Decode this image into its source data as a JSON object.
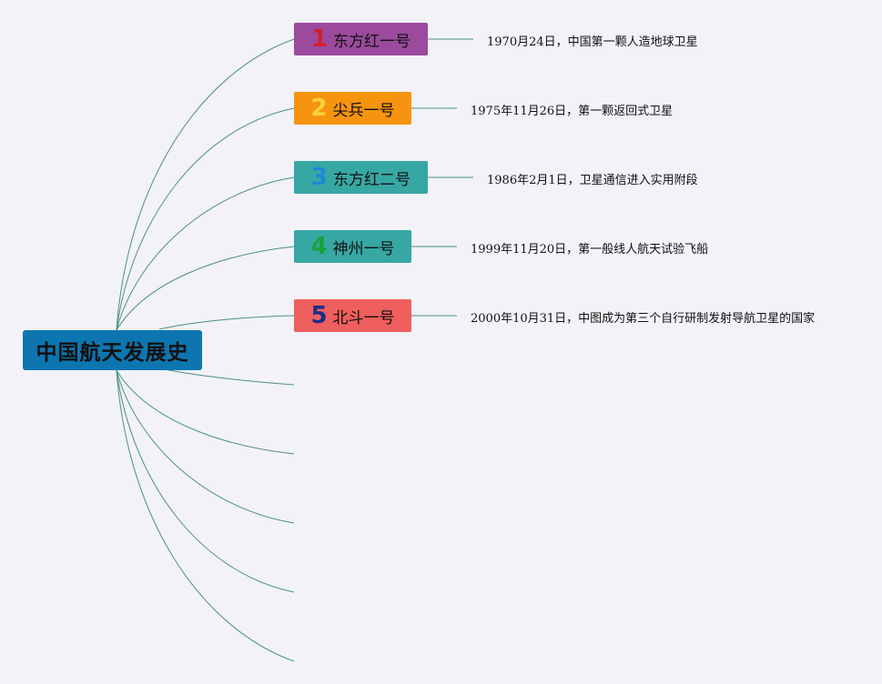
{
  "root": {
    "title": "中国航天发展史",
    "color": "#0d76b1"
  },
  "branches": [
    {
      "number": "1",
      "name": "东方红一号",
      "bg": "#9b4a9e",
      "numColor": "#d1202c",
      "note": "1970月24日，中国第一颗人造地球卫星"
    },
    {
      "number": "2",
      "name": "尖兵一号",
      "bg": "#f7940f",
      "numColor": "#fbd23a",
      "note": "1975年11月26日，第一颗返回式卫星"
    },
    {
      "number": "3",
      "name": "东方红二号",
      "bg": "#37a7a3",
      "numColor": "#1e88d6",
      "note": "1986年2月1日，卫星通信进入实用附段"
    },
    {
      "number": "4",
      "name": "神州一号",
      "bg": "#37a7a3",
      "numColor": "#16a23a",
      "note": "1999年11月20日，第一般线人航天试验飞船"
    },
    {
      "number": "5",
      "name": "北斗一号",
      "bg": "#ef5f5d",
      "numColor": "#1b2f8a",
      "note": "2000年10月31日，中图成为第三个自行研制发射导航卫星的国家"
    }
  ],
  "empty_branch_count": 5,
  "connector_color": "#4f8f86"
}
